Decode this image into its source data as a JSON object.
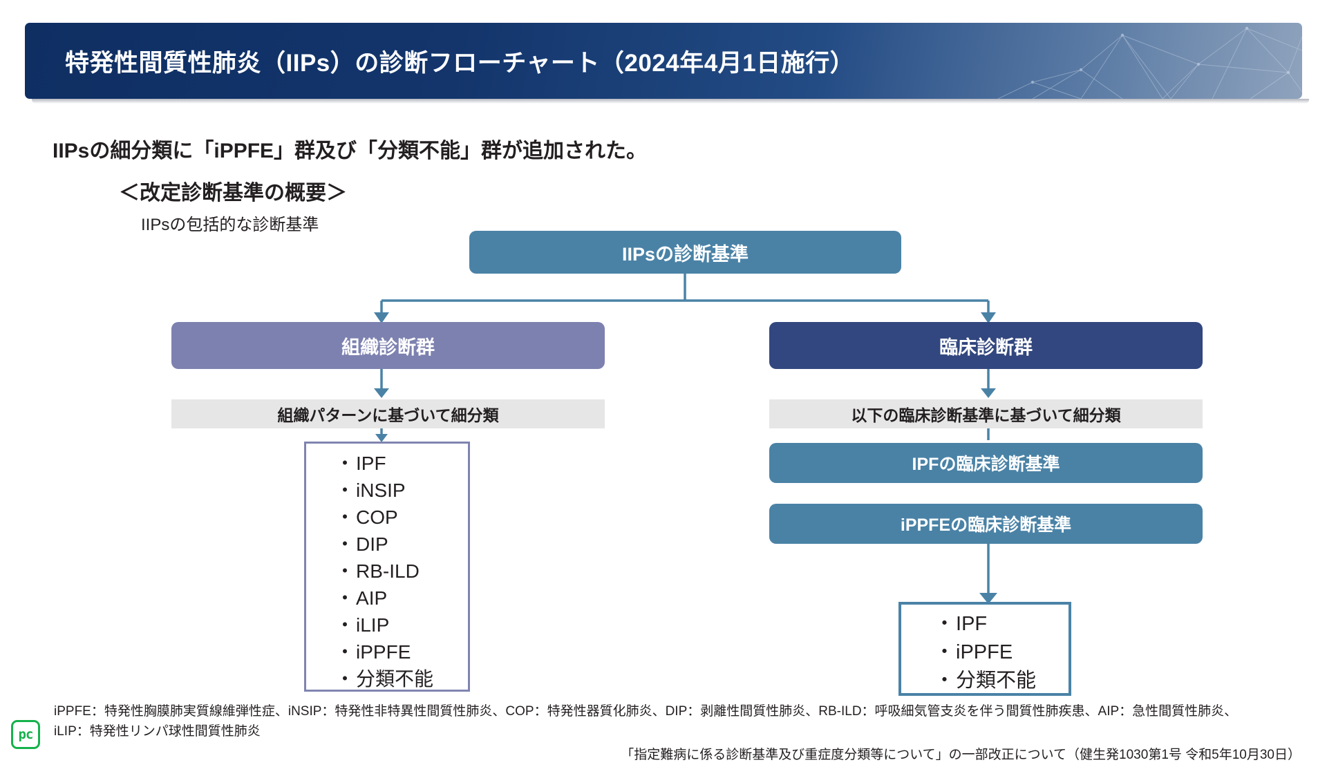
{
  "header": {
    "title": "特発性間質性肺炎（IIPs）の診断フローチャート（2024年4月1日施行）",
    "bg_color_dark": "#0f2f63",
    "bg_color_light": "#8fa3bd"
  },
  "intro": {
    "line": "IIPsの細分類に「iPPFE」群及び「分類不能」群が追加された。",
    "section_heading": "＜改定診断基準の概要＞",
    "criteria_caption": "IIPsの包括的な診断基準"
  },
  "flow": {
    "root": {
      "label": "IIPsの診断基準",
      "color": "#4a82a6"
    },
    "left_branch": {
      "header": {
        "label": "組織診断群",
        "color": "#7d81b0"
      },
      "subtitle": {
        "label": "組織パターンに基づいて細分類",
        "color": "#e6e6e6"
      },
      "outcomes": [
        "IPF",
        "iNSIP",
        "COP",
        "DIP",
        "RB-ILD",
        "AIP",
        "iLIP",
        "iPPFE",
        "分類不能"
      ],
      "outcome_border_color": "#8084b0"
    },
    "right_branch": {
      "header": {
        "label": "臨床診断群",
        "color": "#32477f"
      },
      "subtitle": {
        "label": "以下の臨床診断基準に基づいて細分類",
        "color": "#e6e6e6"
      },
      "criteria_boxes": [
        {
          "label": "IPFの臨床診断基準",
          "color": "#4a82a6"
        },
        {
          "label": "iPPFEの臨床診断基準",
          "color": "#4a82a6"
        }
      ],
      "outcomes": [
        "IPF",
        "iPPFE",
        "分類不能"
      ],
      "outcome_border_color": "#4a82a6"
    },
    "connector_color": "#4a82a6",
    "bullet": "・"
  },
  "footnotes": {
    "line1": "iPPFE：特発性胸膜肺実質線維弾性症、iNSIP：特発性非特異性間質性肺炎、COP：特発性器質化肺炎、DIP：剥離性間質性肺炎、RB-ILD：呼吸細気管支炎を伴う間質性肺疾患、AIP：急性間質性肺炎、",
    "line2": "iLIP：特発性リンパ球性間質性肺炎",
    "source": "「指定難病に係る診断基準及び重症度分類等について」の一部改正について（健生発1030第1号 令和5年10月30日）"
  },
  "logo": {
    "text": "pc",
    "color": "#16b14b"
  }
}
